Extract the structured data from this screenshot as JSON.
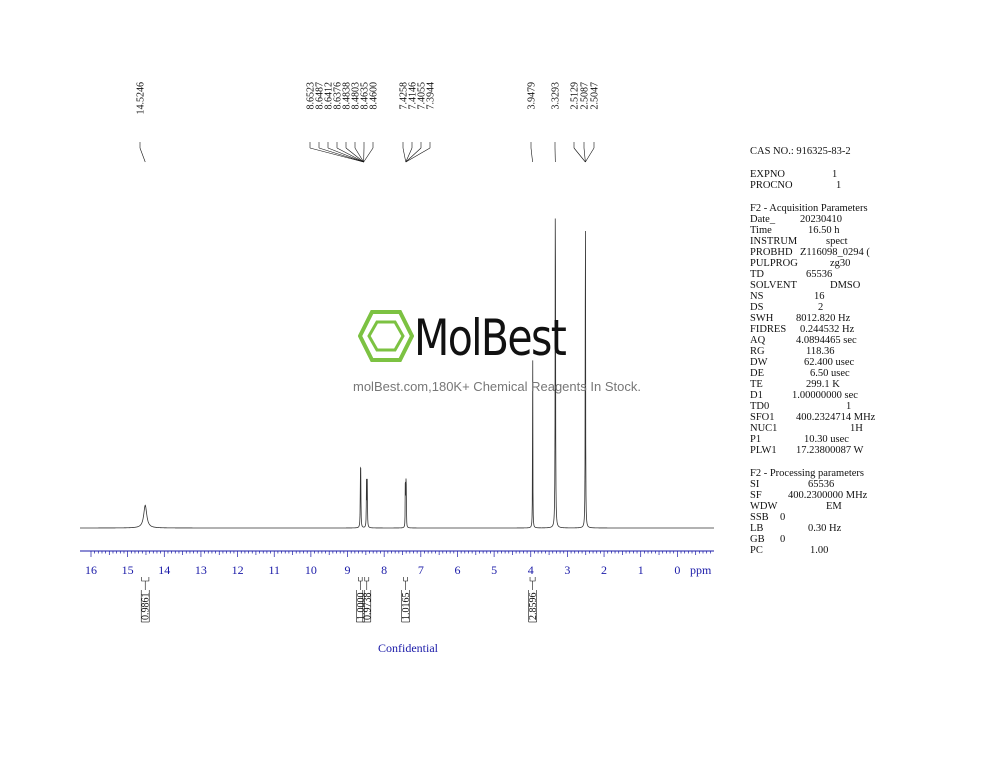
{
  "chart_data": {
    "type": "line",
    "xlabel": "ppm",
    "xlim": [
      16.3,
      -1.0
    ],
    "x_ticks": [
      "16",
      "15",
      "14",
      "13",
      "12",
      "11",
      "10",
      "9",
      "8",
      "7",
      "6",
      "5",
      "4",
      "3",
      "2",
      "1",
      "0"
    ],
    "peak_labels": [
      "14.5246",
      "8.6523",
      "8.6487",
      "8.6412",
      "8.6376",
      "8.4838",
      "8.4803",
      "8.4635",
      "8.4600",
      "7.4258",
      "7.4146",
      "7.4055",
      "7.3944",
      "3.9479",
      "3.3293",
      "2.5129",
      "2.5087",
      "2.5047"
    ],
    "peak_groups": [
      {
        "shift": 14.52,
        "labels": [
          "14.5246"
        ]
      },
      {
        "shift": 8.56,
        "labels": [
          "8.6523",
          "8.6487",
          "8.6412",
          "8.6376",
          "8.4838",
          "8.4803",
          "8.4635",
          "8.4600"
        ]
      },
      {
        "shift": 7.41,
        "labels": [
          "7.4258",
          "7.4146",
          "7.4055",
          "7.3944"
        ]
      },
      {
        "shift": 3.95,
        "labels": [
          "3.9479"
        ]
      },
      {
        "shift": 3.33,
        "labels": [
          "3.3293"
        ]
      },
      {
        "shift": 2.51,
        "labels": [
          "2.5129",
          "2.5087",
          "2.5047"
        ]
      }
    ],
    "peaks": [
      {
        "ppm": 14.52,
        "height": 0.06,
        "width": 0.05
      },
      {
        "ppm": 8.648,
        "height": 0.12,
        "width": 0.006
      },
      {
        "ppm": 8.639,
        "height": 0.12,
        "width": 0.006
      },
      {
        "ppm": 8.482,
        "height": 0.12,
        "width": 0.006
      },
      {
        "ppm": 8.462,
        "height": 0.12,
        "width": 0.006
      },
      {
        "ppm": 7.424,
        "height": 0.1,
        "width": 0.004
      },
      {
        "ppm": 7.416,
        "height": 0.1,
        "width": 0.004
      },
      {
        "ppm": 7.405,
        "height": 0.1,
        "width": 0.004
      },
      {
        "ppm": 7.396,
        "height": 0.1,
        "width": 0.004
      },
      {
        "ppm": 3.948,
        "height": 0.58,
        "width": 0.004
      },
      {
        "ppm": 3.329,
        "height": 1.0,
        "width": 0.006
      },
      {
        "ppm": 2.509,
        "height": 1.0,
        "width": 0.005
      }
    ],
    "integrals": [
      {
        "from": 14.62,
        "to": 14.42,
        "value": "0.9861"
      },
      {
        "from": 8.7,
        "to": 8.6,
        "value": "1.0000"
      },
      {
        "from": 8.53,
        "to": 8.42,
        "value": "0.9738"
      },
      {
        "from": 7.47,
        "to": 7.36,
        "value": "1.0165"
      },
      {
        "from": 4.02,
        "to": 3.88,
        "value": "2.8596"
      }
    ]
  },
  "watermark": {
    "brand": "MolBest",
    "tagline": "molBest.com,180K+ Chemical Reagents In Stock."
  },
  "footer": "Confidential",
  "params": {
    "cas": "CAS NO.: 916325-83-2",
    "expno": {
      "k": "EXPNO",
      "v": "1"
    },
    "procno": {
      "k": "PROCNO",
      "v": "1"
    },
    "acq_title": "F2 - Acquisition Parameters",
    "acq": [
      {
        "k": "Date_",
        "v": "20230410"
      },
      {
        "k": "Time",
        "v": "16.50 h"
      },
      {
        "k": "INSTRUM",
        "v": "spect"
      },
      {
        "k": "PROBHD",
        "v": "Z116098_0294 ("
      },
      {
        "k": "PULPROG",
        "v": "zg30"
      },
      {
        "k": "TD",
        "v": "65536"
      },
      {
        "k": "SOLVENT",
        "v": "DMSO"
      },
      {
        "k": "NS",
        "v": "16"
      },
      {
        "k": "DS",
        "v": "2"
      },
      {
        "k": "SWH",
        "v": "8012.820 Hz"
      },
      {
        "k": "FIDRES",
        "v": "0.244532 Hz"
      },
      {
        "k": "AQ",
        "v": "4.0894465 sec"
      },
      {
        "k": "RG",
        "v": "118.36"
      },
      {
        "k": "DW",
        "v": "62.400 usec"
      },
      {
        "k": "DE",
        "v": "6.50 usec"
      },
      {
        "k": "TE",
        "v": "299.1 K"
      },
      {
        "k": "D1",
        "v": "1.00000000 sec"
      },
      {
        "k": "TD0",
        "v": "1"
      },
      {
        "k": "SFO1",
        "v": "400.2324714 MHz"
      },
      {
        "k": "NUC1",
        "v": "1H"
      },
      {
        "k": "P1",
        "v": "10.30 usec"
      },
      {
        "k": "PLW1",
        "v": "17.23800087 W"
      }
    ],
    "proc_title": "F2 - Processing parameters",
    "proc": [
      {
        "k": "SI",
        "v": "65536"
      },
      {
        "k": "SF",
        "v": "400.2300000 MHz"
      },
      {
        "k": "WDW",
        "v": "EM"
      },
      {
        "k": "SSB",
        "v": "0"
      },
      {
        "k": "LB",
        "v": "0.30 Hz"
      },
      {
        "k": "GB",
        "v": "0"
      },
      {
        "k": "PC",
        "v": "1.00"
      }
    ]
  }
}
